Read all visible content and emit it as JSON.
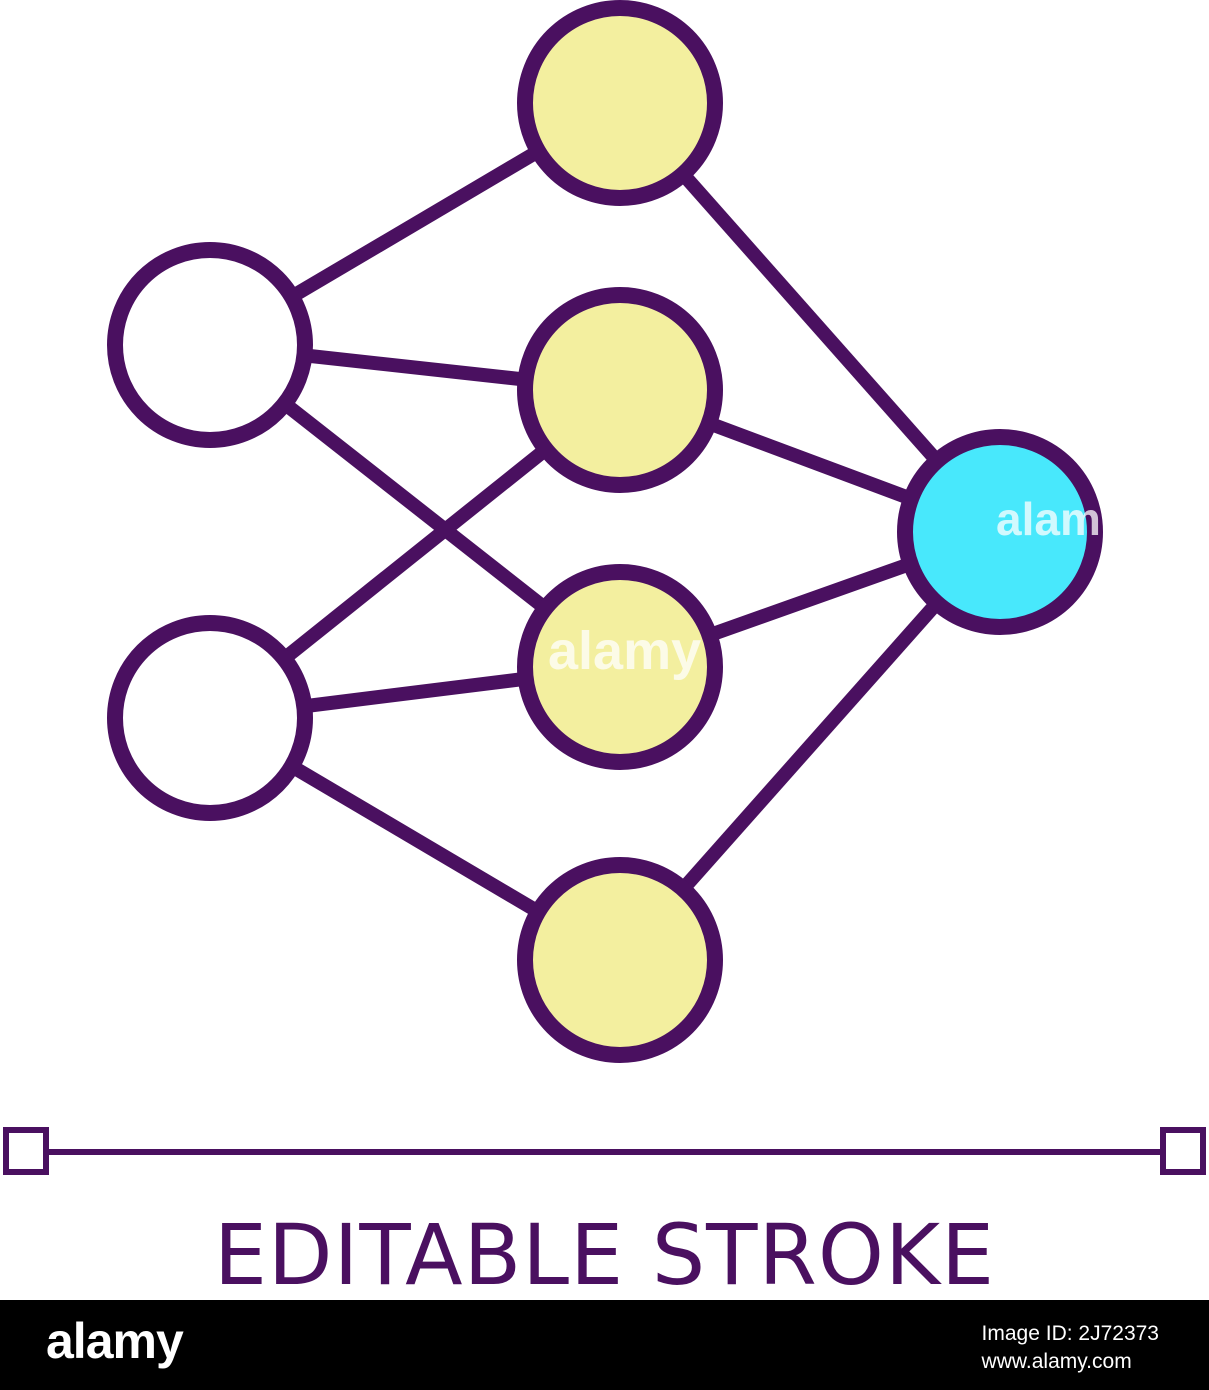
{
  "colors": {
    "stroke": "#4a1060",
    "input_fill": "#ffffff",
    "hidden_fill": "#f3ef9f",
    "output_fill": "#48e8fc",
    "footer_bg": "#000000",
    "footer_text": "#ffffff"
  },
  "diagram": {
    "nodes": [
      {
        "id": "input-1",
        "layer": "input"
      },
      {
        "id": "input-2",
        "layer": "input"
      },
      {
        "id": "hidden-1",
        "layer": "hidden"
      },
      {
        "id": "hidden-2",
        "layer": "hidden"
      },
      {
        "id": "hidden-3",
        "layer": "hidden"
      },
      {
        "id": "hidden-4",
        "layer": "hidden"
      },
      {
        "id": "output-1",
        "layer": "output"
      }
    ],
    "edges": [
      [
        "input-1",
        "hidden-1"
      ],
      [
        "input-1",
        "hidden-2"
      ],
      [
        "input-1",
        "hidden-3"
      ],
      [
        "input-2",
        "hidden-2"
      ],
      [
        "input-2",
        "hidden-3"
      ],
      [
        "input-2",
        "hidden-4"
      ],
      [
        "hidden-1",
        "output-1"
      ],
      [
        "hidden-2",
        "output-1"
      ],
      [
        "hidden-3",
        "output-1"
      ],
      [
        "hidden-4",
        "output-1"
      ]
    ]
  },
  "caption": "EDITABLE STROKE",
  "watermark_text": "alamy",
  "footer": {
    "logo": "alamy",
    "image_id": "Image ID: 2J72373",
    "site": "www.alamy.com"
  }
}
